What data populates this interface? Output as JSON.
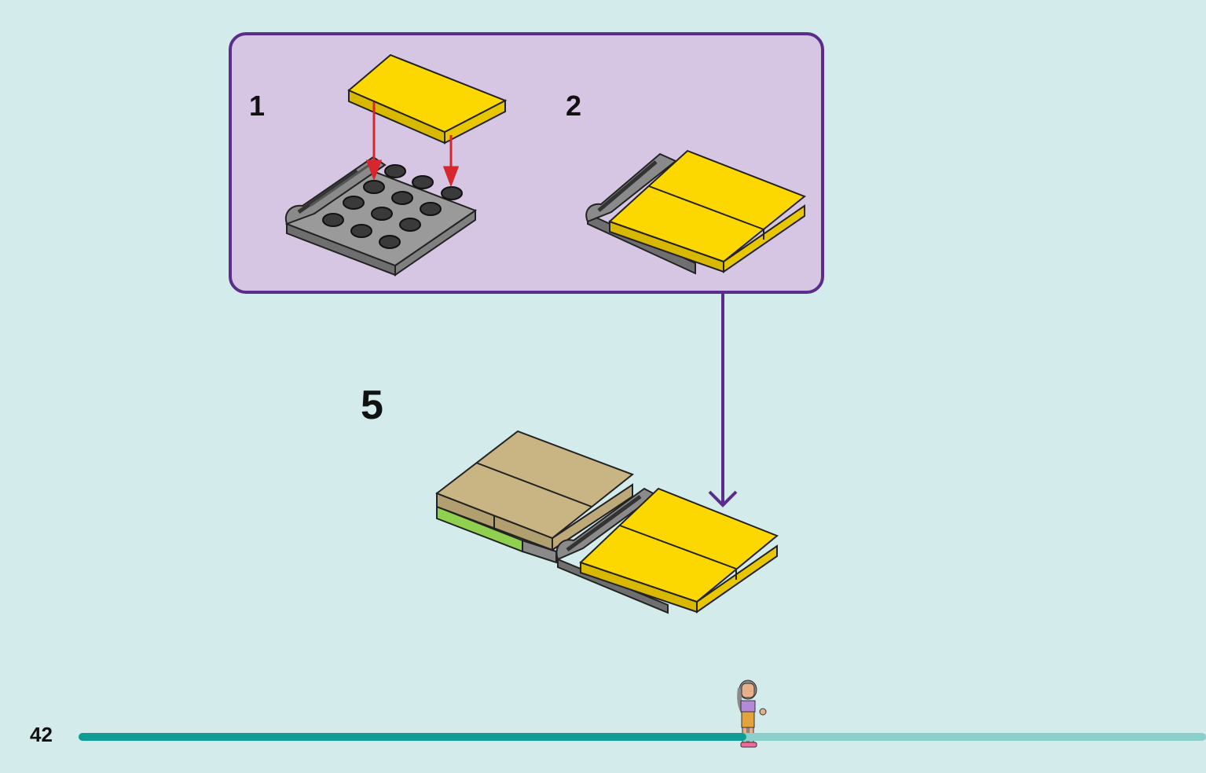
{
  "page": {
    "number": "42"
  },
  "substeps": {
    "first": "1",
    "second": "2"
  },
  "step": {
    "number": "5"
  },
  "progress": {
    "fraction": 0.592
  },
  "colors": {
    "background": "#d3ebea",
    "panel_fill": "#d6c6e4",
    "panel_border": "#5a2d8a",
    "tile_yellow": "#fcd800",
    "tile_tan": "#c9b483",
    "plate_gray": "#9a9a9a",
    "stud_dark": "#333333",
    "lime": "#8fd14f",
    "arrow_red": "#d7262e",
    "progress_dark": "#0e9c94",
    "progress_light": "#8bd0cb"
  },
  "icons": {
    "figure": "minifigure-icon"
  }
}
